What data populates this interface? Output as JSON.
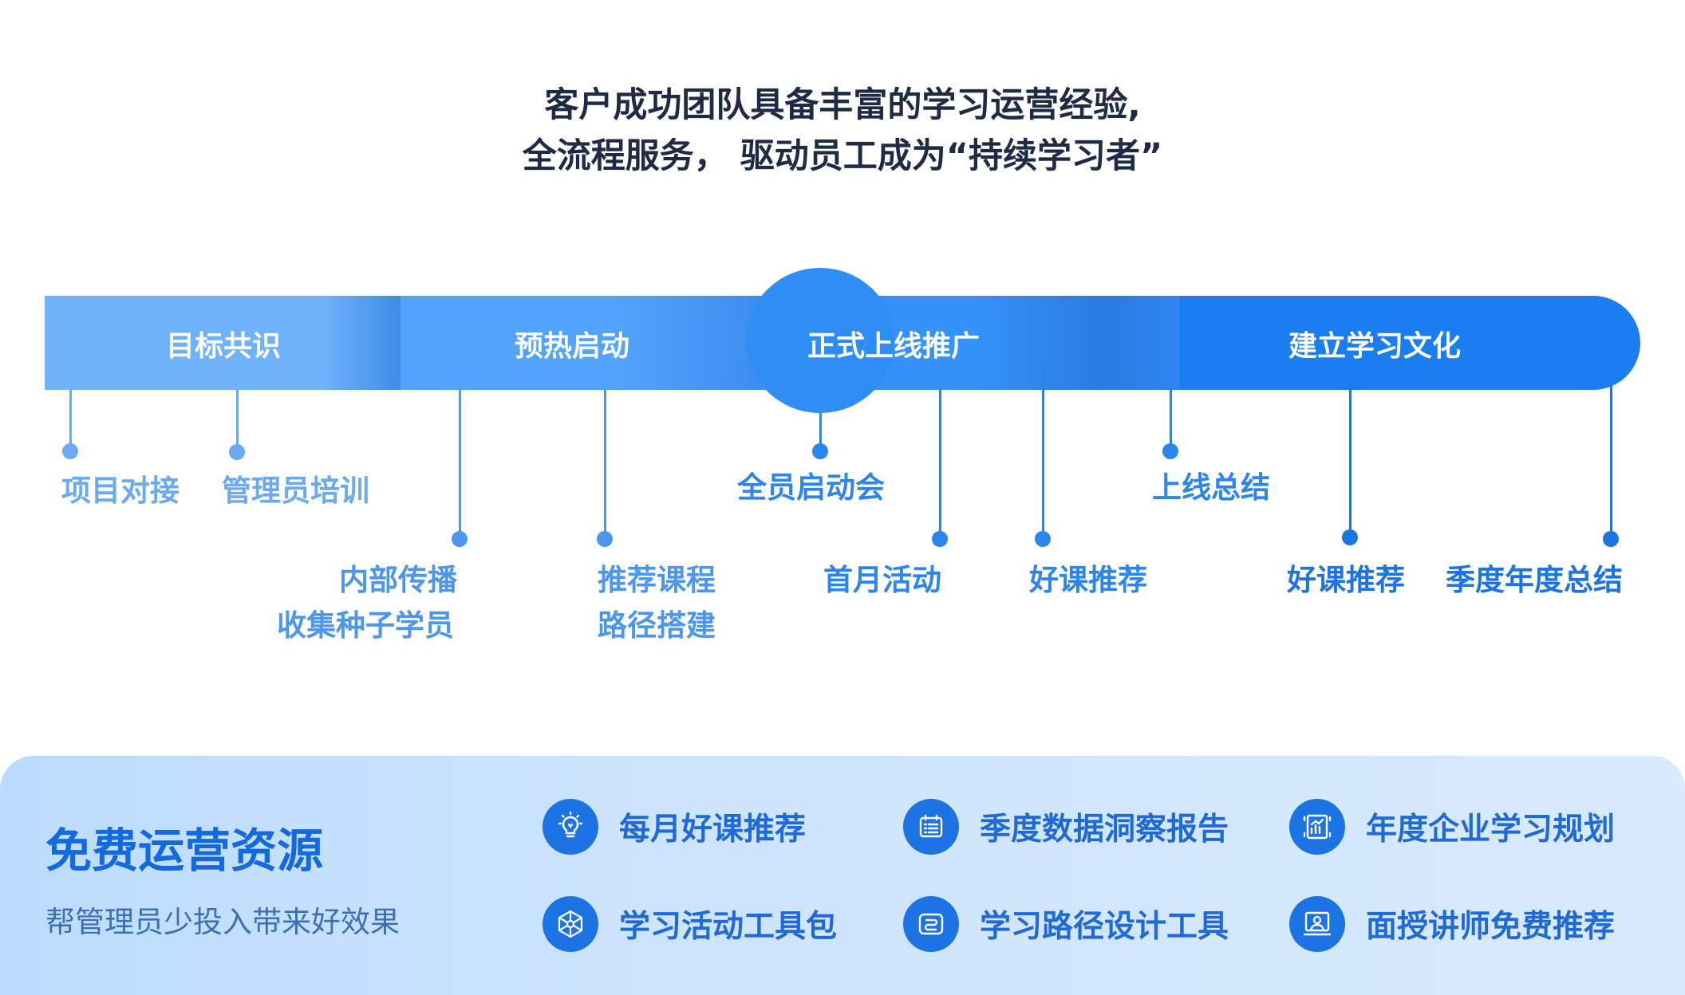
{
  "headline": {
    "line1": "客户成功团队具备丰富的学习运营经验,",
    "line2": "全流程服务， 驱动员工成为“持续学习者”"
  },
  "phases": [
    "目标共识",
    "预热启动",
    "正式上线推广",
    "建立学习文化"
  ],
  "milestones": {
    "m1": "项目对接",
    "m2": "管理员培训",
    "m3a": "内部传播",
    "m3b": "收集种子学员",
    "m4a": "推荐课程",
    "m4b": "路径搭建",
    "m5": "全员启动会",
    "m6": "首月活动",
    "m7": "好课推荐",
    "m8": "上线总结",
    "m9": "好课推荐",
    "m10": "季度年度总结"
  },
  "colors": {
    "phase1": "#6fb2fb",
    "phase2": "#52a3fb",
    "phase3": "#3492f8",
    "phase4": "#1a7ef2",
    "accent": "#1b73e4"
  },
  "resources": {
    "title": "免费运营资源",
    "subtitle": "帮管理员少投入带来好效果",
    "items": [
      {
        "label": "每月好课推荐",
        "icon": "lightbulb-icon"
      },
      {
        "label": "季度数据洞察报告",
        "icon": "report-icon"
      },
      {
        "label": "年度企业学习规划",
        "icon": "chart-board-icon"
      },
      {
        "label": "学习活动工具包",
        "icon": "network-icon"
      },
      {
        "label": "学习路径设计工具",
        "icon": "path-icon"
      },
      {
        "label": "面授讲师免费推荐",
        "icon": "lecturer-icon"
      }
    ]
  }
}
